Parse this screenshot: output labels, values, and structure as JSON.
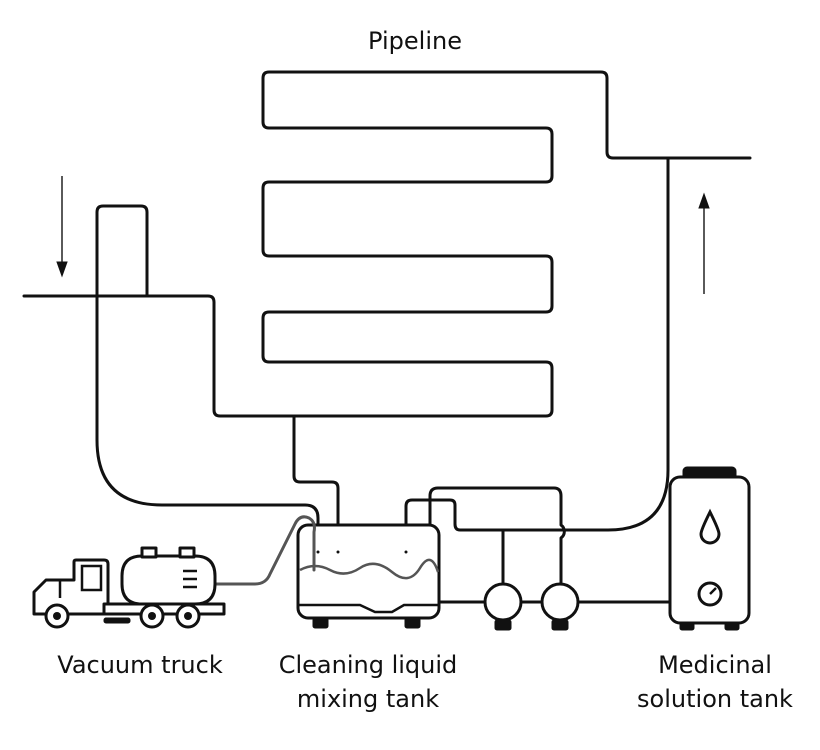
{
  "labels": {
    "pipeline": "Pipeline",
    "vacuum_truck": "Vacuum truck",
    "mixing_tank_line1": "Cleaning liquid",
    "mixing_tank_line2": "mixing tank",
    "medicinal_tank_line1": "Medicinal",
    "medicinal_tank_line2": "solution tank"
  },
  "icons": {
    "truck": "vacuum-truck-icon",
    "mixing_tank": "mixing-tank-icon",
    "pump": "pump-icon",
    "solution_tank": "solution-tank-icon",
    "droplet": "droplet-icon",
    "gauge": "gauge-icon"
  },
  "colors": {
    "line": "#111111",
    "hose": "#555555",
    "background": "#ffffff"
  }
}
